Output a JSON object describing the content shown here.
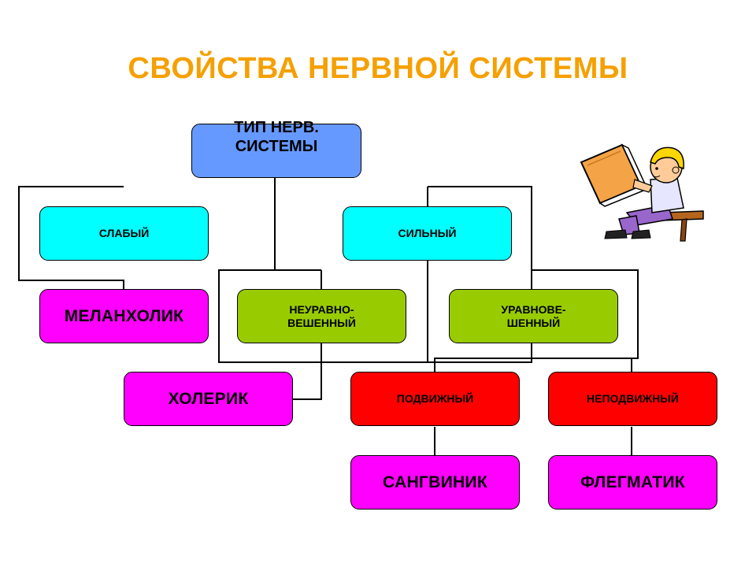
{
  "title": "СВОЙСТВА НЕРВНОЙ СИСТЕМЫ",
  "colors": {
    "title": "#f5a000",
    "root": "#6699ff",
    "strength": "#00ffff",
    "balance": "#99cc00",
    "mobility": "#ff0000",
    "temperament": "#ff00ff",
    "line": "#000000"
  },
  "nodes": {
    "root": "ТИП НЕРВ.\nСИСТЕМЫ",
    "weak": "СЛАБЫЙ",
    "strong": "СИЛЬНЫЙ",
    "melancholic": "МЕЛАНХОЛИК",
    "unbalanced": "НЕУРАВНО-\nВЕШЕННЫЙ",
    "balanced": "УРАВНОВЕ-\nШЕННЫЙ",
    "choleric": "ХОЛЕРИК",
    "mobile": "ПОДВИЖНЫЙ",
    "inert": "НЕПОДВИЖНЫЙ",
    "sanguine": "САНГВИНИК",
    "phlegmatic": "ФЛЕГМАТИК"
  },
  "illustration": "child-reading-book-icon"
}
